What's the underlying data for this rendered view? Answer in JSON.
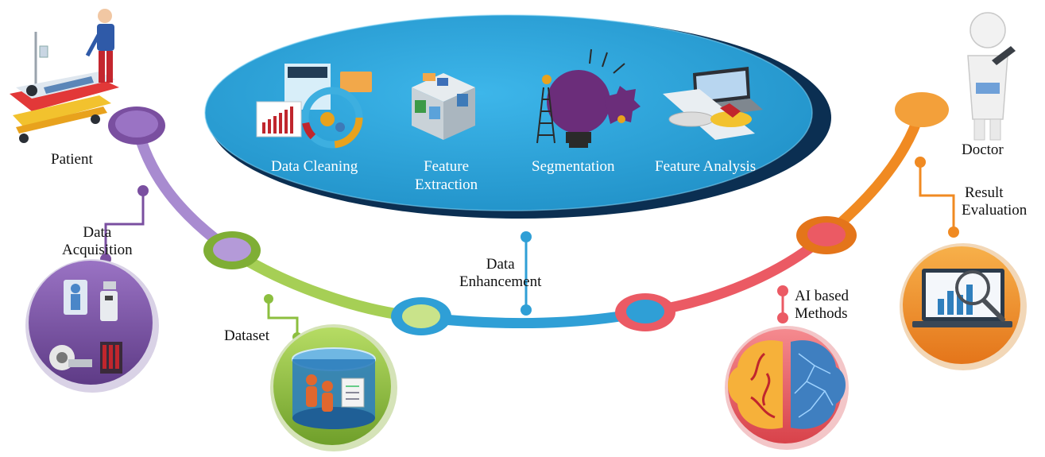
{
  "labels": {
    "patient": "Patient",
    "data_acquisition_1": "Data",
    "data_acquisition_2": "Acquisition",
    "dataset": "Dataset",
    "data_enhancement_1": "Data",
    "data_enhancement_2": "Enhancement",
    "ai_methods_1": "AI based",
    "ai_methods_2": "Methods",
    "result_evaluation_1": "Result",
    "result_evaluation_2": "Evaluation",
    "doctor": "Doctor"
  },
  "enhancement_steps": {
    "data_cleaning": "Data Cleaning",
    "feature_extraction_1": "Feature",
    "feature_extraction_2": "Extraction",
    "segmentation": "Segmentation",
    "feature_analysis": "Feature Analysis"
  },
  "colors": {
    "acquisition": "#7a4fa0",
    "dataset": "#8cbf3f",
    "enhancement": "#2f9fd6",
    "ai_methods": "#e8505b",
    "evaluation": "#f08a22",
    "ellipse_dark": "#0d3b66",
    "ellipse_light": "#2aa3db"
  },
  "icons": {
    "patient": "patient-on-stretcher-icon",
    "acquisition": "medical-imaging-devices-icon",
    "dataset": "database-with-scans-icon",
    "ai": "brain-circuit-icon",
    "evaluation": "chart-magnifier-icon",
    "doctor": "doctor-figure-icon"
  }
}
